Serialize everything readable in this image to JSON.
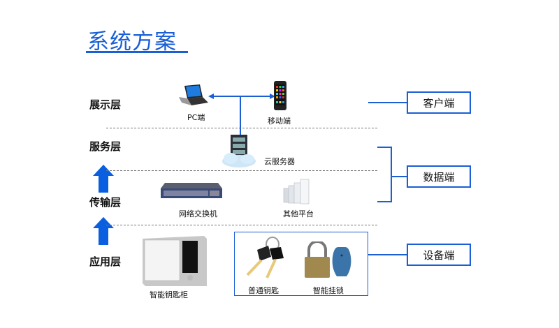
{
  "page": {
    "title": "系统方案",
    "accent_color": "#1a5fd6"
  },
  "layers": [
    {
      "label": "展示层"
    },
    {
      "label": "服务层"
    },
    {
      "label": "传输层"
    },
    {
      "label": "应用层"
    }
  ],
  "nodes": {
    "pc": {
      "label": "PC端",
      "icon": "laptop-icon"
    },
    "mobile": {
      "label": "移动端",
      "icon": "smartphone-icon"
    },
    "cloud_server": {
      "label": "云服务器",
      "icon": "cloud-server-icon"
    },
    "switch": {
      "label": "网络交换机",
      "icon": "network-switch-icon"
    },
    "other_platform": {
      "label": "其他平台",
      "icon": "server-rack-icon"
    },
    "key_cabinet": {
      "label": "智能钥匙柜",
      "icon": "key-cabinet-icon"
    },
    "normal_key": {
      "label": "普通钥匙",
      "icon": "key-icon"
    },
    "smart_lock": {
      "label": "智能挂锁",
      "icon": "padlock-icon"
    }
  },
  "side_groups": [
    {
      "label": "客户端"
    },
    {
      "label": "数据端"
    },
    {
      "label": "设备端"
    }
  ]
}
